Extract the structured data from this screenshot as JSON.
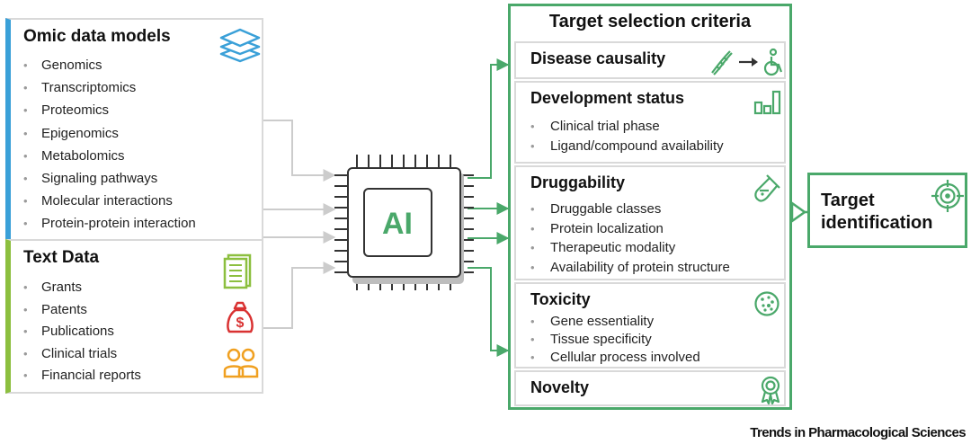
{
  "omic": {
    "title": "Omic data models",
    "items": [
      "Genomics",
      "Transcriptomics",
      "Proteomics",
      "Epigenomics",
      "Metabolomics",
      "Signaling pathways",
      "Molecular interactions",
      "Protein-protein interaction"
    ],
    "icon": "layers-icon"
  },
  "text_data": {
    "title": "Text Data",
    "items": [
      "Grants",
      "Patents",
      "Publications",
      "Clinical trials",
      "Financial reports"
    ],
    "icons": [
      "document-icon",
      "money-bag-icon",
      "people-icon"
    ]
  },
  "ai": {
    "label": "AI",
    "icon": "chip-icon"
  },
  "criteria": {
    "title": "Target selection criteria",
    "sections": [
      {
        "title": "Disease causality",
        "items": [],
        "icon": "dna-to-wheelchair-icon"
      },
      {
        "title": "Development status",
        "items": [
          "Clinical trial phase",
          "Ligand/compound availability"
        ],
        "icon": "bar-chart-icon"
      },
      {
        "title": "Druggability",
        "items": [
          "Druggable classes",
          "Protein localization",
          "Therapeutic modality",
          "Availability of protein structure"
        ],
        "icon": "test-tube-icon"
      },
      {
        "title": "Toxicity",
        "items": [
          "Gene essentiality",
          "Tissue specificity",
          "Cellular process involved"
        ],
        "icon": "cell-icon"
      },
      {
        "title": "Novelty",
        "items": [],
        "icon": "award-icon"
      }
    ]
  },
  "target": {
    "line1": "Target",
    "line2": "identification",
    "icon": "target-icon"
  },
  "credit": "Trends in Pharmacological Sciences",
  "colors": {
    "green": "#4aa86a",
    "blue": "#3aa0d8",
    "lime": "#8cbf3f",
    "gray": "#cfcfcf"
  }
}
